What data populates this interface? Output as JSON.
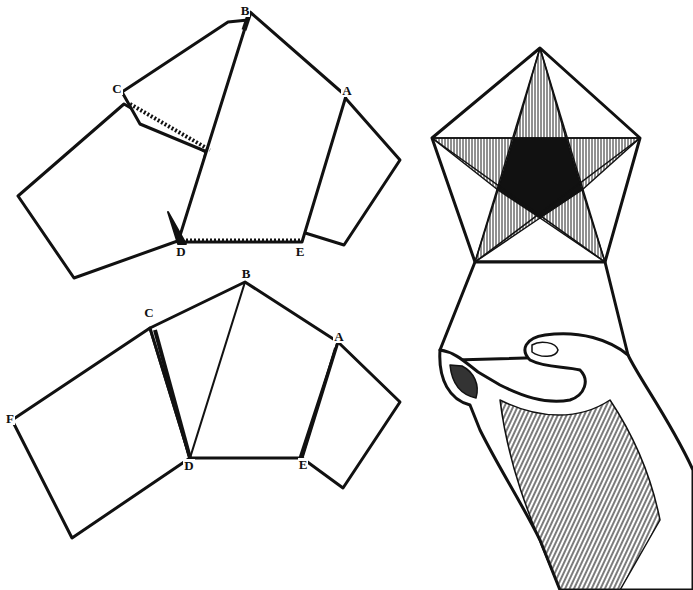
{
  "diagram": {
    "labels": [
      "B",
      "C",
      "A",
      "D",
      "E",
      "B",
      "C",
      "A",
      "F",
      "D",
      "E"
    ]
  }
}
